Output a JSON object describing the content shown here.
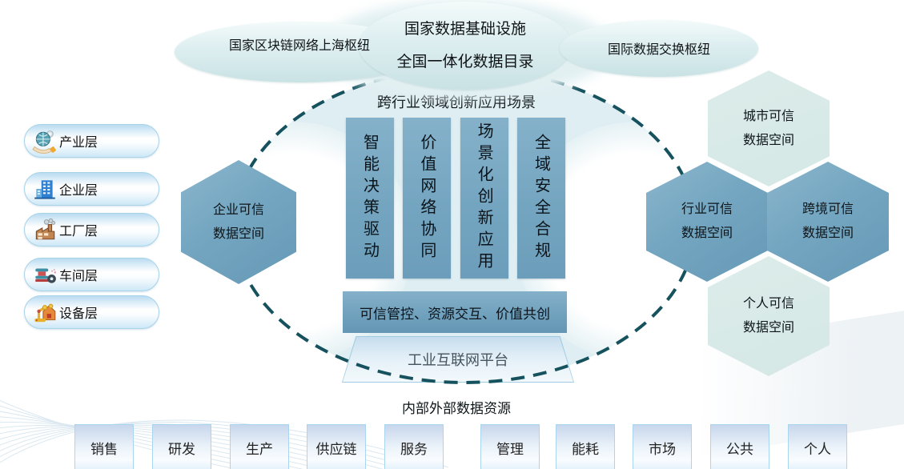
{
  "top_clouds": {
    "center_top": "国家数据基础设施",
    "center_bottom": "全国一体化数据目录",
    "left": "国家区块链网络上海枢纽",
    "right": "国际数据交换枢纽"
  },
  "sidebar": {
    "items": [
      {
        "label": "产业层",
        "icon": "globe-hand-icon"
      },
      {
        "label": "企业层",
        "icon": "building-icon"
      },
      {
        "label": "工厂层",
        "icon": "factory-icon"
      },
      {
        "label": "车间层",
        "icon": "workshop-machine-icon"
      },
      {
        "label": "设备层",
        "icon": "robot-arm-icon"
      }
    ]
  },
  "hexagons": {
    "enterprise": {
      "line1": "企业可信",
      "line2": "数据空间",
      "tone": "steel"
    },
    "city": {
      "line1": "城市可信",
      "line2": "数据空间",
      "tone": "light"
    },
    "industry": {
      "line1": "行业可信",
      "line2": "数据空间",
      "tone": "steel"
    },
    "crossborder": {
      "line1": "跨境可信",
      "line2": "数据空间",
      "tone": "steel"
    },
    "personal": {
      "line1": "个人可信",
      "line2": "数据空间",
      "tone": "light"
    }
  },
  "center": {
    "title": "跨行业领域创新应用场景",
    "pillars": [
      "智能决策驱动",
      "价值网络协同",
      "场景化创新应用",
      "全域安全合规"
    ],
    "trust_bar": "可信管控、资源交互、价值共创",
    "platform": "工业互联网平台"
  },
  "bottom": {
    "title": "内部外部数据资源",
    "boxes": [
      "销售",
      "研发",
      "生产",
      "供应链",
      "服务",
      "管理",
      "能耗",
      "市场",
      "公共",
      "个人"
    ]
  },
  "colors": {
    "steel_blue": "#74a6c1",
    "light_hex": "#d8e9e7",
    "dashed_ellipse": "#15525e",
    "cloud_fill": "#d3e7e9",
    "pill_border": "#a8d3e8",
    "box_border": "#a9d6ee",
    "platform_border": "#9fcbe2"
  }
}
